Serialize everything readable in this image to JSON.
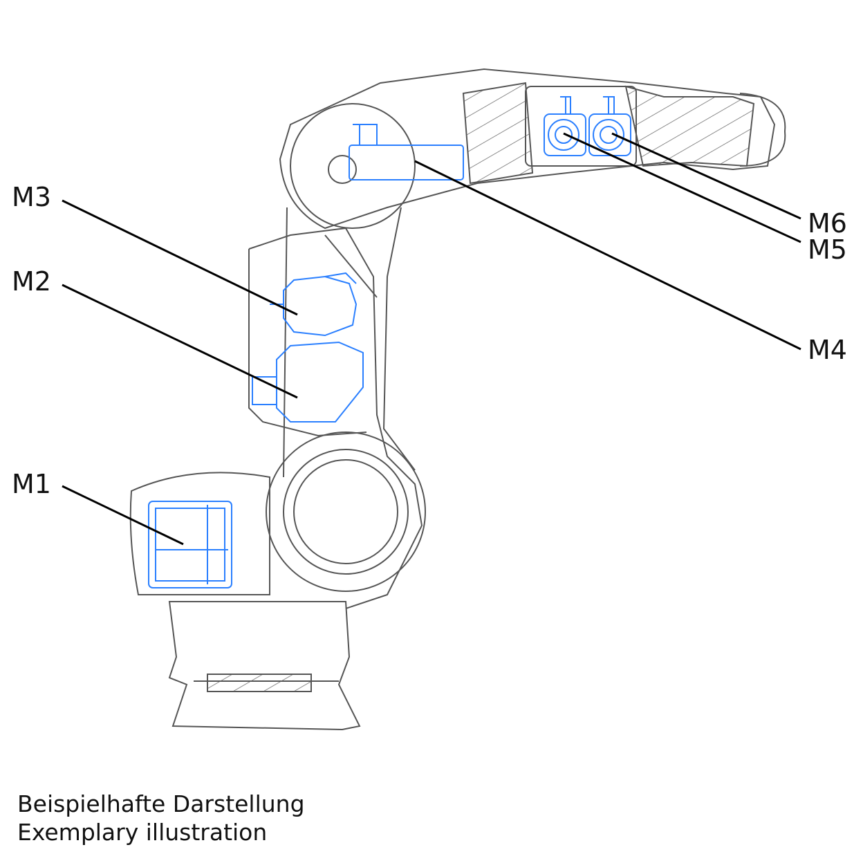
{
  "labels": {
    "m1": "M1",
    "m2": "M2",
    "m3": "M3",
    "m4": "M4",
    "m5": "M5",
    "m6": "M6"
  },
  "caption": {
    "line_de": "Beispielhafte Darstellung",
    "line_en": "Exemplary illustration"
  },
  "colors": {
    "outline": "#555555",
    "motor": "#2a7fff",
    "leader": "#000000"
  }
}
